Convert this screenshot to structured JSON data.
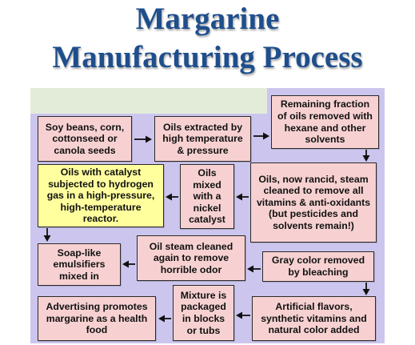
{
  "title": {
    "line1": "Margarine",
    "line2": "Manufacturing Process"
  },
  "colors": {
    "title": "#1f4e8c",
    "panel": "#ccc6ee",
    "panel_top": "#e3ecd9",
    "step_box": "#f7d1d1",
    "highlight_box": "#ffff9e"
  },
  "steps": [
    {
      "text": "Soy beans, corn, cottonseed or canola seeds"
    },
    {
      "text": "Oils extracted by high temperature & pressure"
    },
    {
      "text": "Remaining fraction of oils removed with hexane and other solvents"
    },
    {
      "text": "Oils, now rancid, steam cleaned to remove all vitamins & anti-oxidants (but pesticides and solvents remain!)"
    },
    {
      "text": "Oils mixed with a nickel catalyst"
    },
    {
      "text": "Oils with catalyst subjected to hydrogen gas in a high-pressure, high-temperature reactor."
    },
    {
      "text": "Soap-like emulsifiers mixed in"
    },
    {
      "text": "Oil steam cleaned again to remove horrible odor"
    },
    {
      "text": "Gray color removed by bleaching"
    },
    {
      "text": "Artificial flavors, synthetic vitamins and natural color added"
    },
    {
      "text": "Mixture is packaged in blocks or tubs"
    },
    {
      "text": "Advertising promotes margarine as a health food"
    }
  ]
}
